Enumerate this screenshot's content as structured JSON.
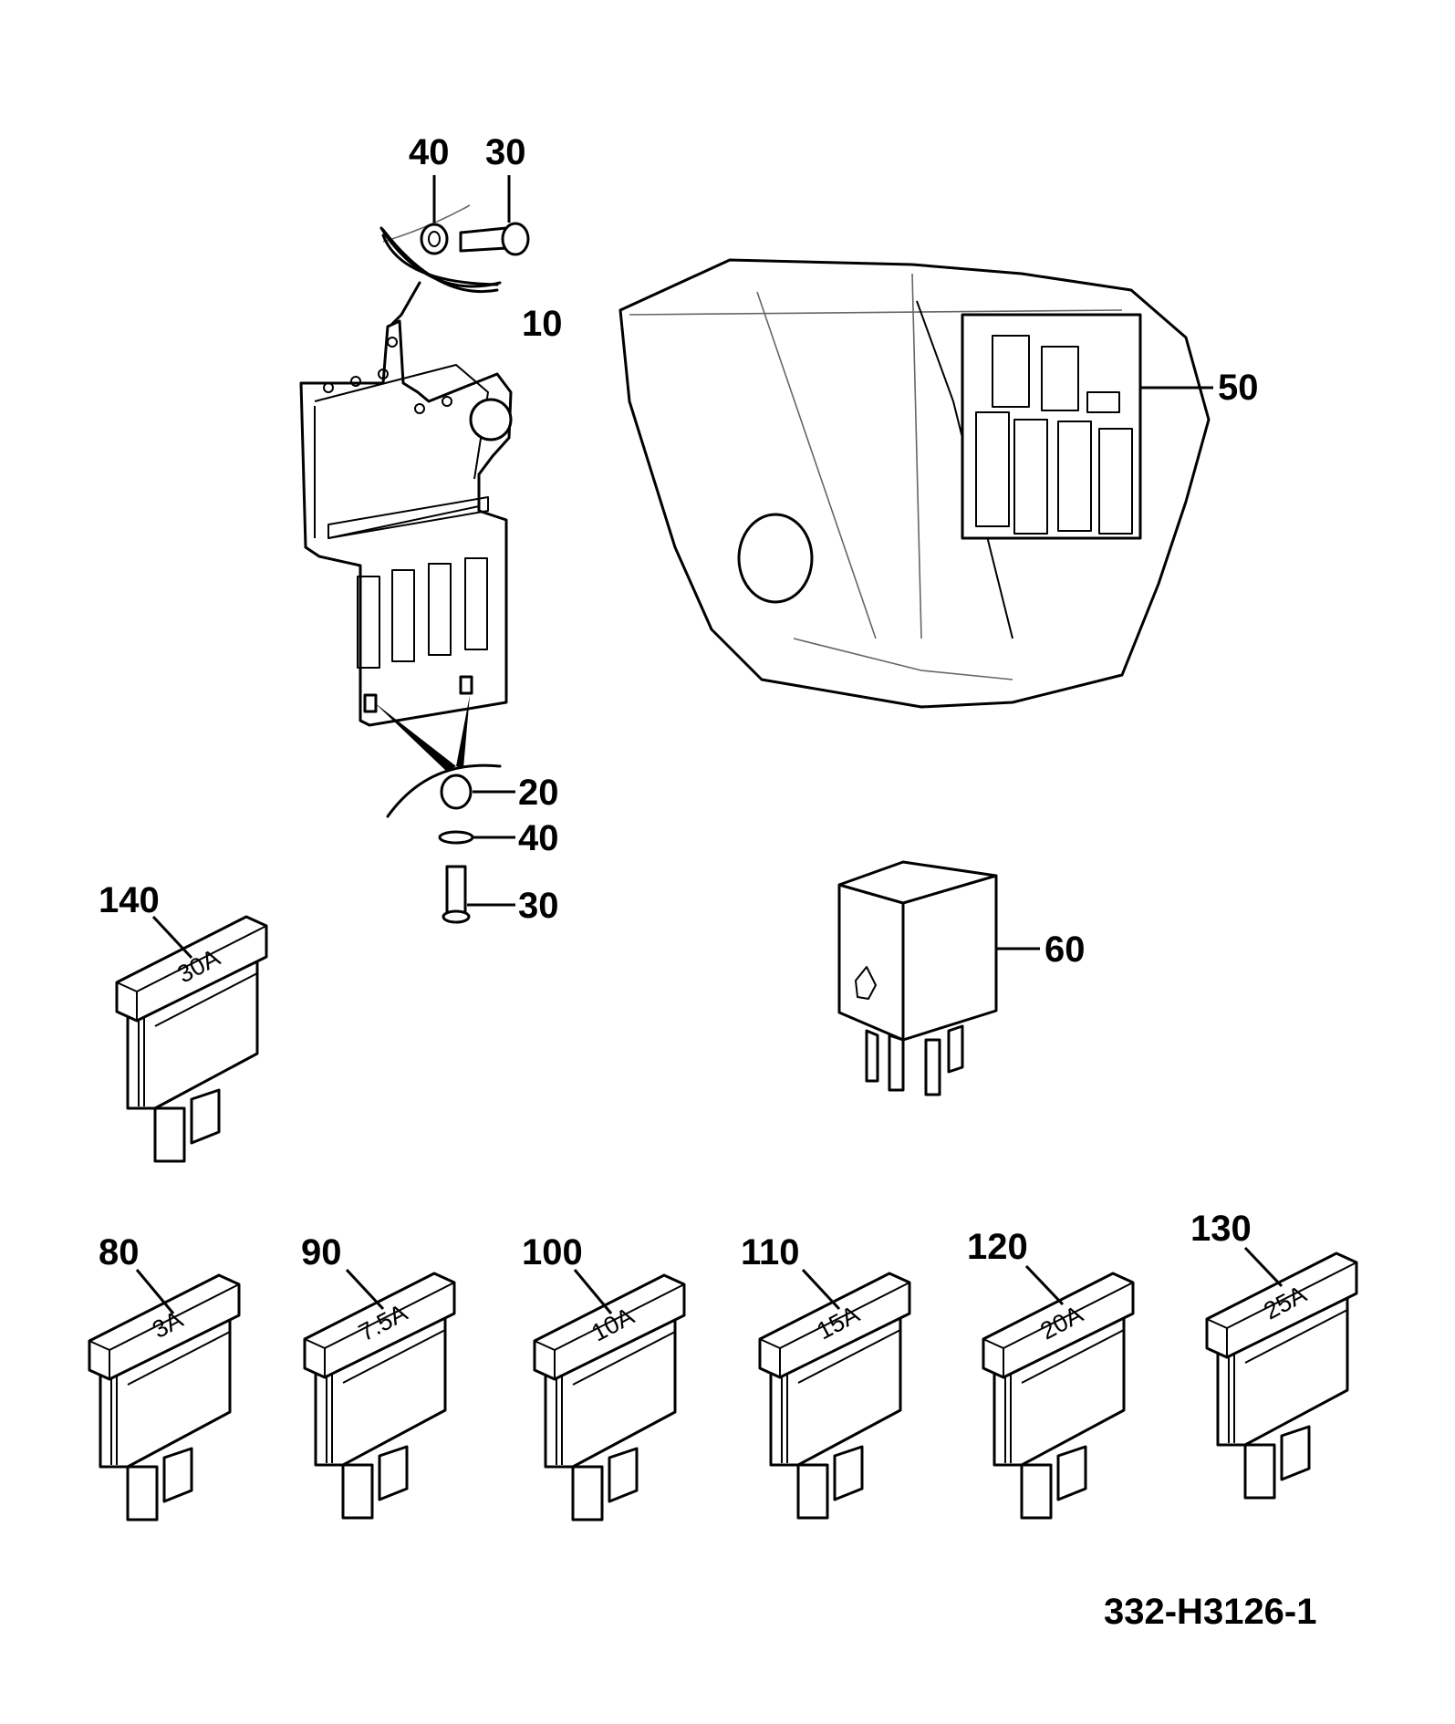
{
  "callouts": {
    "c10": "10",
    "c20": "20",
    "c30_top": "30",
    "c40_top": "40",
    "c40_bottom": "40",
    "c30_bottom": "30",
    "c50": "50",
    "c60": "60",
    "c80": "80",
    "c90": "90",
    "c100": "100",
    "c110": "110",
    "c120": "120",
    "c130": "130",
    "c140": "140"
  },
  "fuses": {
    "f80": "3A",
    "f90": "7.5A",
    "f100": "10A",
    "f110": "15A",
    "f120": "20A",
    "f130": "25A",
    "f140": "30A"
  },
  "drawing_number": "332-H3126-1"
}
